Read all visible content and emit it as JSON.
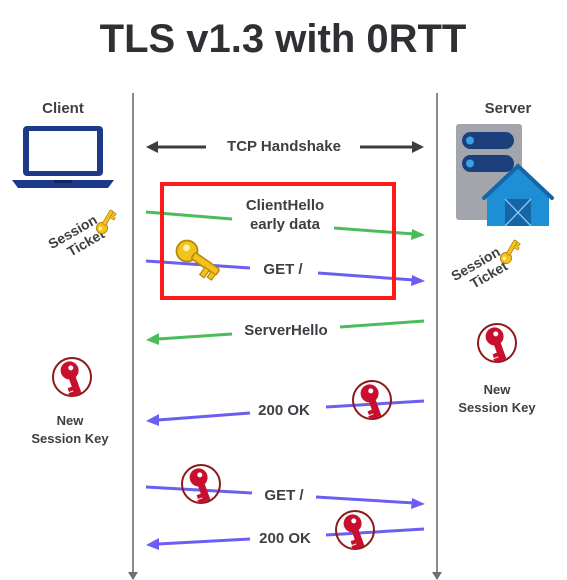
{
  "title": "TLS v1.3 with 0RTT",
  "parties": {
    "client": "Client",
    "server": "Server"
  },
  "messages": {
    "tcp_handshake": "TCP Handshake",
    "client_hello_line1": "ClientHello",
    "client_hello_line2": "early data",
    "get_early": "GET /",
    "server_hello": "ServerHello",
    "ok_1": "200 OK",
    "get_2": "GET /",
    "ok_2": "200 OK"
  },
  "notes": {
    "client_ticket_line1": "Session",
    "client_ticket_line2": "Ticket",
    "server_ticket_line1": "Session",
    "server_ticket_line2": "Ticket",
    "client_key_line1": "New",
    "client_key_line2": "Session Key",
    "server_key_line1": "New",
    "server_key_line2": "Session Key"
  },
  "colors": {
    "tcp": "#3a3d42",
    "green": "#4cbb5b",
    "blue": "#6a5ff0",
    "highlight": "#ff1a1a",
    "key_gold": "#f2c31b",
    "key_red": "#c8102e",
    "laptop": "#1d3a8a",
    "server_gray": "#9ea2a8",
    "server_blue": "#1f8fd6"
  },
  "icons": {
    "client": "laptop-icon",
    "server": "server-icon",
    "ticket_key": "gold-key-icon",
    "session_key": "red-key-icon"
  }
}
